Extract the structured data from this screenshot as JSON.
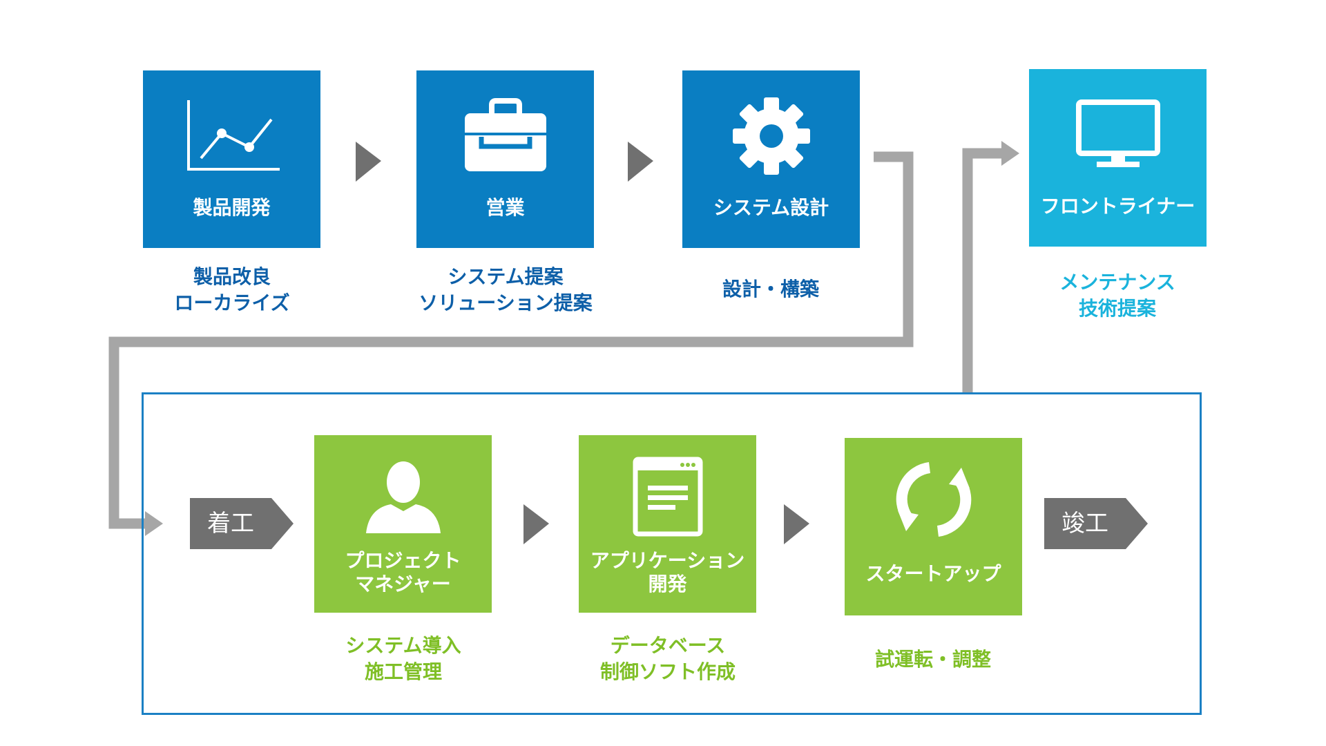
{
  "top_steps": [
    {
      "label": "製品開発",
      "caption": "製品改良\nローカライズ",
      "icon": "line-chart-icon",
      "color": "#0a7ec2"
    },
    {
      "label": "営業",
      "caption": "システム提案\nソリューション提案",
      "icon": "briefcase-icon",
      "color": "#0a7ec2"
    },
    {
      "label": "システム設計",
      "caption": "設計・構築",
      "icon": "gear-icon",
      "color": "#0a7ec2"
    },
    {
      "label": "フロントライナー",
      "caption": "メンテナンス\n技術提案",
      "icon": "monitor-icon",
      "color": "#1ab3dc"
    }
  ],
  "bottom_steps": [
    {
      "label": "プロジェクト\nマネジャー",
      "caption": "システム導入\n施工管理",
      "icon": "person-icon",
      "color": "#8dc63f"
    },
    {
      "label": "アプリケーション\n開発",
      "caption": "データベース\n制御ソフト作成",
      "icon": "document-window-icon",
      "color": "#8dc63f"
    },
    {
      "label": "スタートアップ",
      "caption": "試運転・調整",
      "icon": "refresh-icon",
      "color": "#8dc63f"
    }
  ],
  "start_tag": "着工",
  "end_tag": "竣工",
  "colors": {
    "blue": "#0a7ec2",
    "cyan": "#1ab3dc",
    "green": "#8dc63f",
    "caption_blue": "#0d5fa8",
    "caption_green": "#7fbf26",
    "frame": "#1b80c4",
    "arrow": "#707070",
    "connector": "#a6a6a6"
  }
}
